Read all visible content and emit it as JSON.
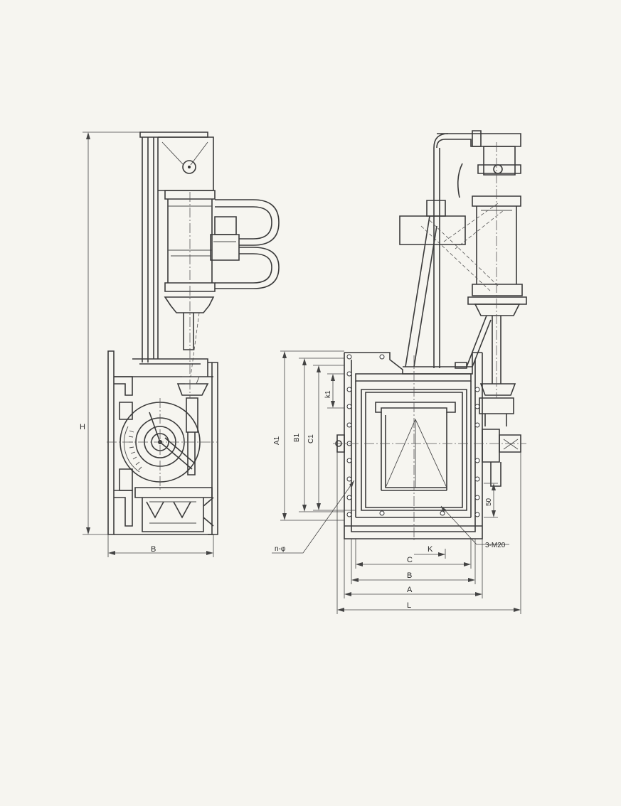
{
  "labels": {
    "height": "H",
    "side_width": "B",
    "a1": "A1",
    "b1": "B1",
    "c1": "C1",
    "k1": "k1",
    "fifty": "50",
    "holes": "n-φ",
    "bolts": "3-M20",
    "c": "C",
    "k": "K",
    "b": "B",
    "a": "A",
    "l": "L"
  }
}
